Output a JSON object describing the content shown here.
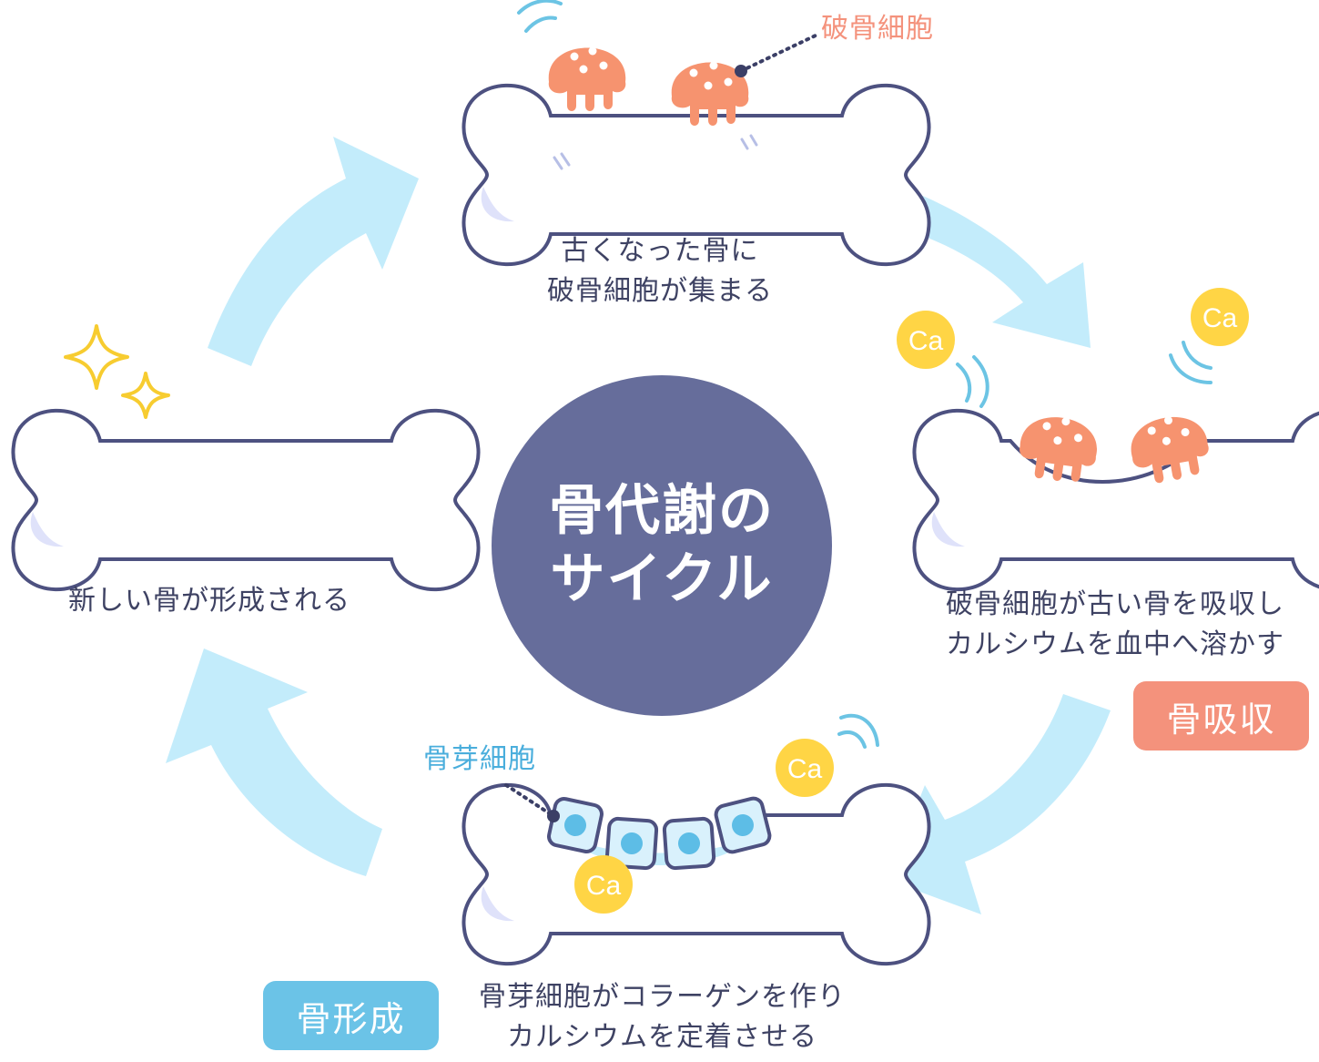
{
  "title": {
    "line1": "骨代謝の",
    "line2": "サイクル"
  },
  "steps": {
    "top": {
      "line1": "古くなった骨に",
      "line2": "破骨細胞が集まる"
    },
    "right": {
      "line1": "破骨細胞が古い骨を吸収し",
      "line2": "カルシウムを血中へ溶かす"
    },
    "bottom": {
      "line1": "骨芽細胞がコラーゲンを作り",
      "line2": "カルシウムを定着させる"
    },
    "left": {
      "line1": "新しい骨が形成される"
    }
  },
  "badges": {
    "resorption": "骨吸収",
    "formation": "骨形成"
  },
  "callouts": {
    "osteoclast": "破骨細胞",
    "osteoblast": "骨芽細胞"
  },
  "calcium_label": "Ca",
  "colors": {
    "arrow": "#c3ecfb",
    "bone_outline": "#4d5180",
    "osteoclast": "#f6936f",
    "osteoblast_fill": "#d9f1fc",
    "osteoblast_nucleus": "#5dbde6",
    "calcium": "#ffd545",
    "center": "#666d9b",
    "resorption_badge": "#f4927c",
    "formation_badge": "#6bc3e7",
    "sparkle": "#f7cc30"
  }
}
